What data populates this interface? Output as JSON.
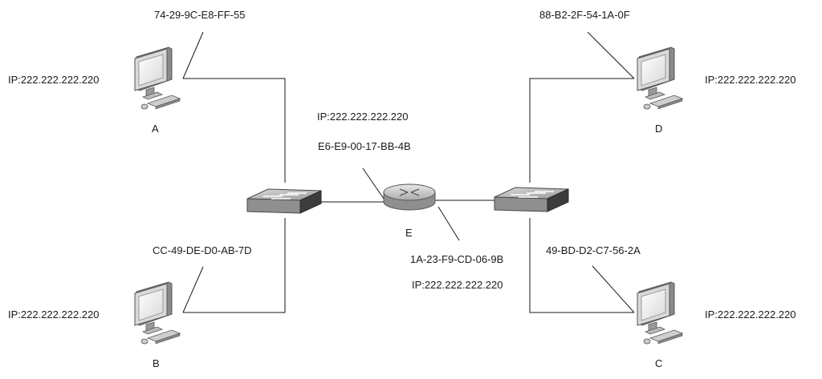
{
  "hosts": {
    "A": {
      "name": "A",
      "mac": "74-29-9C-E8-FF-55",
      "ip": "IP:222.222.222.220"
    },
    "B": {
      "name": "B",
      "mac": "CC-49-DE-D0-AB-7D",
      "ip": "IP:222.222.222.220"
    },
    "C": {
      "name": "C",
      "mac": "49-BD-D2-C7-56-2A",
      "ip": "IP:222.222.222.220"
    },
    "D": {
      "name": "D",
      "mac": "88-B2-2F-54-1A-0F",
      "ip": "IP:222.222.222.220"
    }
  },
  "router": {
    "name": "E",
    "left_ip": "IP:222.222.222.220",
    "left_mac": "E6-E9-00-17-BB-4B",
    "right_mac": "1A-23-F9-CD-06-9B",
    "right_ip": "IP:222.222.222.220"
  },
  "colors": {
    "line": "#1a1a1a",
    "device_body": "#e6e6e6",
    "device_dark": "#555555"
  },
  "icons": [
    "computer-icon",
    "switch-icon",
    "router-icon"
  ]
}
